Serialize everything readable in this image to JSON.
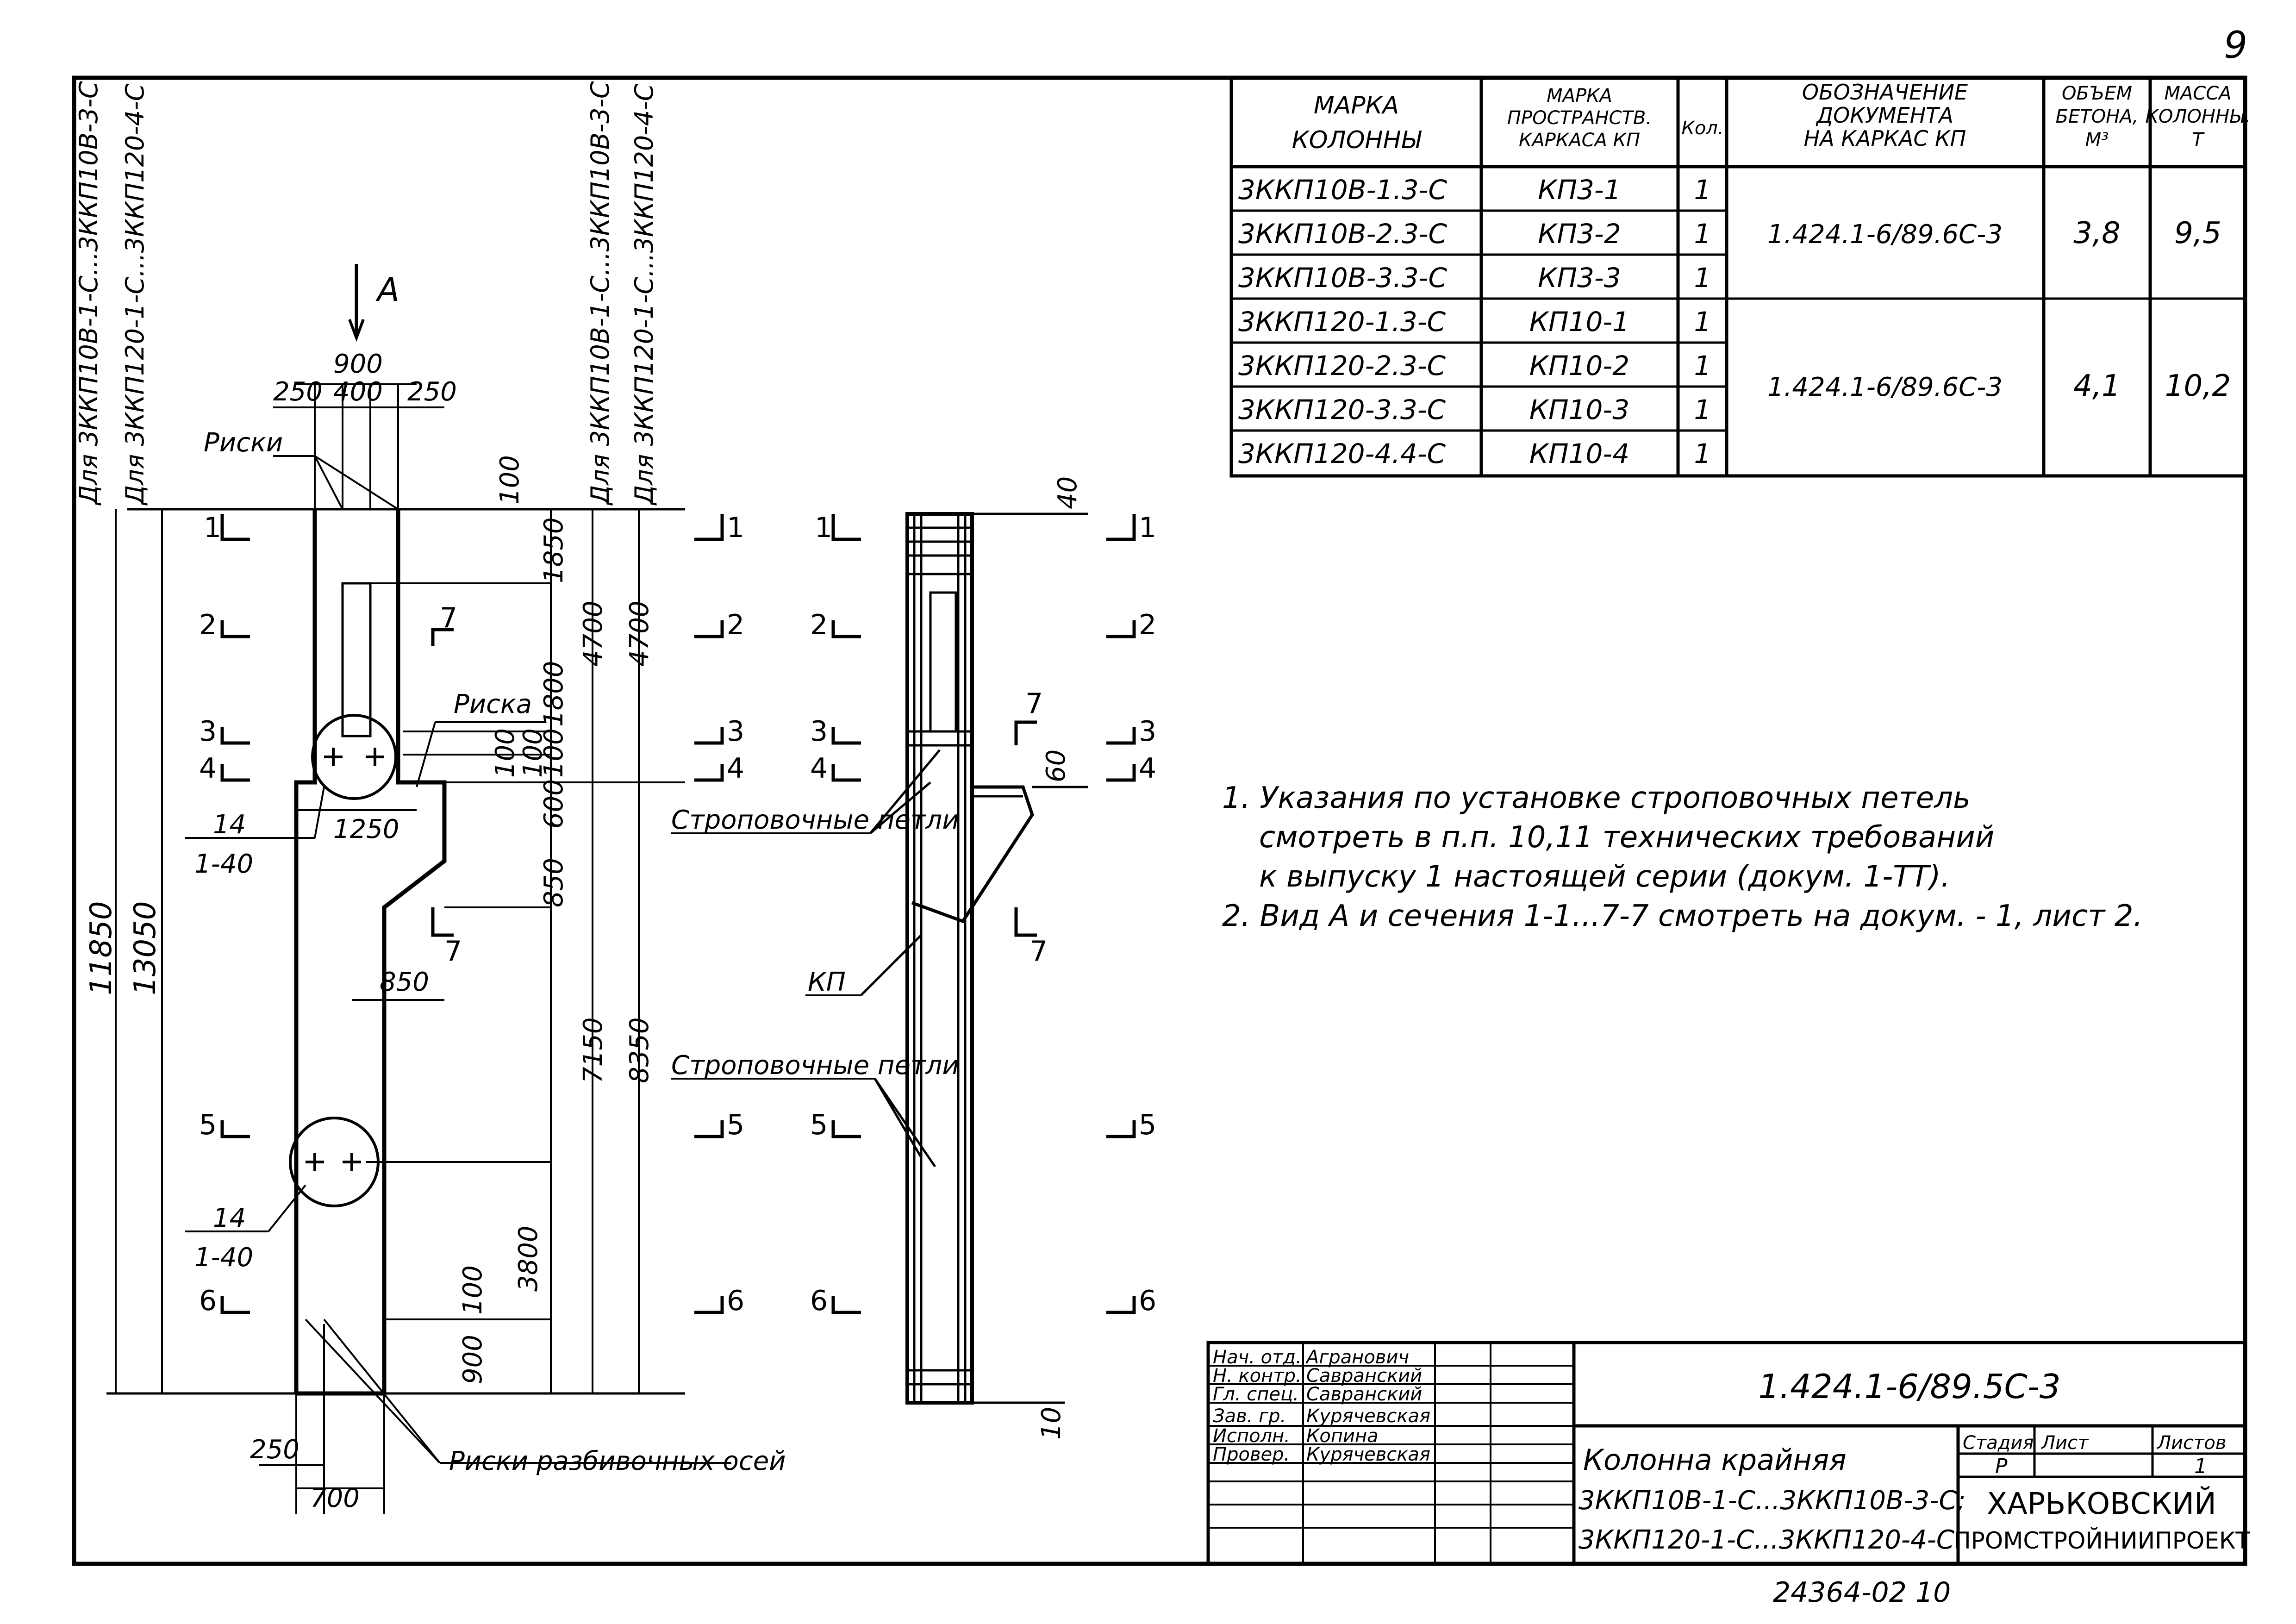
{
  "page_number": "9",
  "archive_number": "24364-02   10",
  "table": {
    "headers": [
      "МАРКА КОЛОННЫ",
      "МАРКА ПРОСТРАНСТВ. КАРКАСА КП",
      "Кол.",
      "ОБОЗНАЧЕНИЕ ДОКУМЕНТА НА КАРКАС КП",
      "ОБЪЕМ БЕТОНА, М³",
      "МАССА КОЛОННЫ, Т"
    ],
    "rows": [
      [
        "3ККП10В-1.3-С",
        "КП3-1",
        "1"
      ],
      [
        "3ККП10В-2.3-С",
        "КП3-2",
        "1"
      ],
      [
        "3ККП10В-3.3-С",
        "КП3-3",
        "1"
      ],
      [
        "3ККП120-1.3-С",
        "КП10-1",
        "1"
      ],
      [
        "3ККП120-2.3-С",
        "КП10-2",
        "1"
      ],
      [
        "3ККП120-3.3-С",
        "КП10-3",
        "1"
      ],
      [
        "3ККП120-4.4-С",
        "КП10-4",
        "1"
      ]
    ],
    "groups": [
      {
        "doc": "1.424.1-6/89.6С-3",
        "volume": "3,8",
        "mass": "9,5"
      },
      {
        "doc": "1.424.1-6/89.6С-3",
        "volume": "4,1",
        "mass": "10,2"
      }
    ]
  },
  "notes": [
    "1. Указания по установке строповочных петель",
    "смотреть в п.п. 10,11 технических требований",
    "к выпуску 1 настоящей серии (докум. 1-ТТ).",
    "2. Вид А и сечения 1-1...7-7 смотреть на докум. - 1, лист 2."
  ],
  "drawing": {
    "view_label_A": "А",
    "vertical_labels": [
      "Для 3ККП10В-1-С...3ККП10В-3-С",
      "Для 3ККП120-1-С...3ККП120-4-С",
      "Для 3ККП10В-1-С...3ККП10В-3-С",
      "Для 3ККП120-1-С...3ККП120-4-С"
    ],
    "labels": {
      "riski": "Риски",
      "riska": "Риска",
      "stropovochnye_1": "Строповочные петли",
      "stropovochnye_2": "Строповочные петли",
      "kp": "КП",
      "riski_razbivochnyh": "Риски разбивочных осей",
      "mark_14_a": "14",
      "mark_140_a": "1-40",
      "mark_14_b": "14",
      "mark_140_b": "1-40"
    },
    "dims_horizontal": [
      "900",
      "250",
      "400",
      "250",
      "1250",
      "850",
      "250",
      "700"
    ],
    "dims_vertical": [
      "100",
      "1850",
      "1800",
      "100",
      "100",
      "100",
      "600",
      "850",
      "4700",
      "4700",
      "7150",
      "8350",
      "11850",
      "13050",
      "900",
      "100",
      "3800",
      "40",
      "60",
      "10"
    ],
    "section_marks": [
      "1",
      "2",
      "3",
      "4",
      "5",
      "6",
      "7"
    ]
  },
  "title_block": {
    "code": "1.424.1-6/89.5С-3",
    "name_line1": "Колонна крайняя",
    "name_line2": "3ККП10В-1-С...3ККП10В-3-С;",
    "name_line3": "3ККП120-1-С...3ККП120-4-С",
    "stage_label": "Стадия",
    "sheet_label": "Лист",
    "sheets_label": "Листов",
    "stage": "Р",
    "sheets": "1",
    "org_line1": "ХАРЬКОВСКИЙ",
    "org_line2": "ПРОМСТРОЙНИИПРОЕКТ",
    "signatures": [
      {
        "role": "Нач. отд.",
        "name": "Агранович"
      },
      {
        "role": "Н. контр.",
        "name": "Савранский"
      },
      {
        "role": "Гл. спец.",
        "name": "Савранский"
      },
      {
        "role": "Зав. гр.",
        "name": "Курячевская"
      },
      {
        "role": "Исполн.",
        "name": "Копина"
      },
      {
        "role": "Провер.",
        "name": "Курячевская"
      }
    ]
  }
}
